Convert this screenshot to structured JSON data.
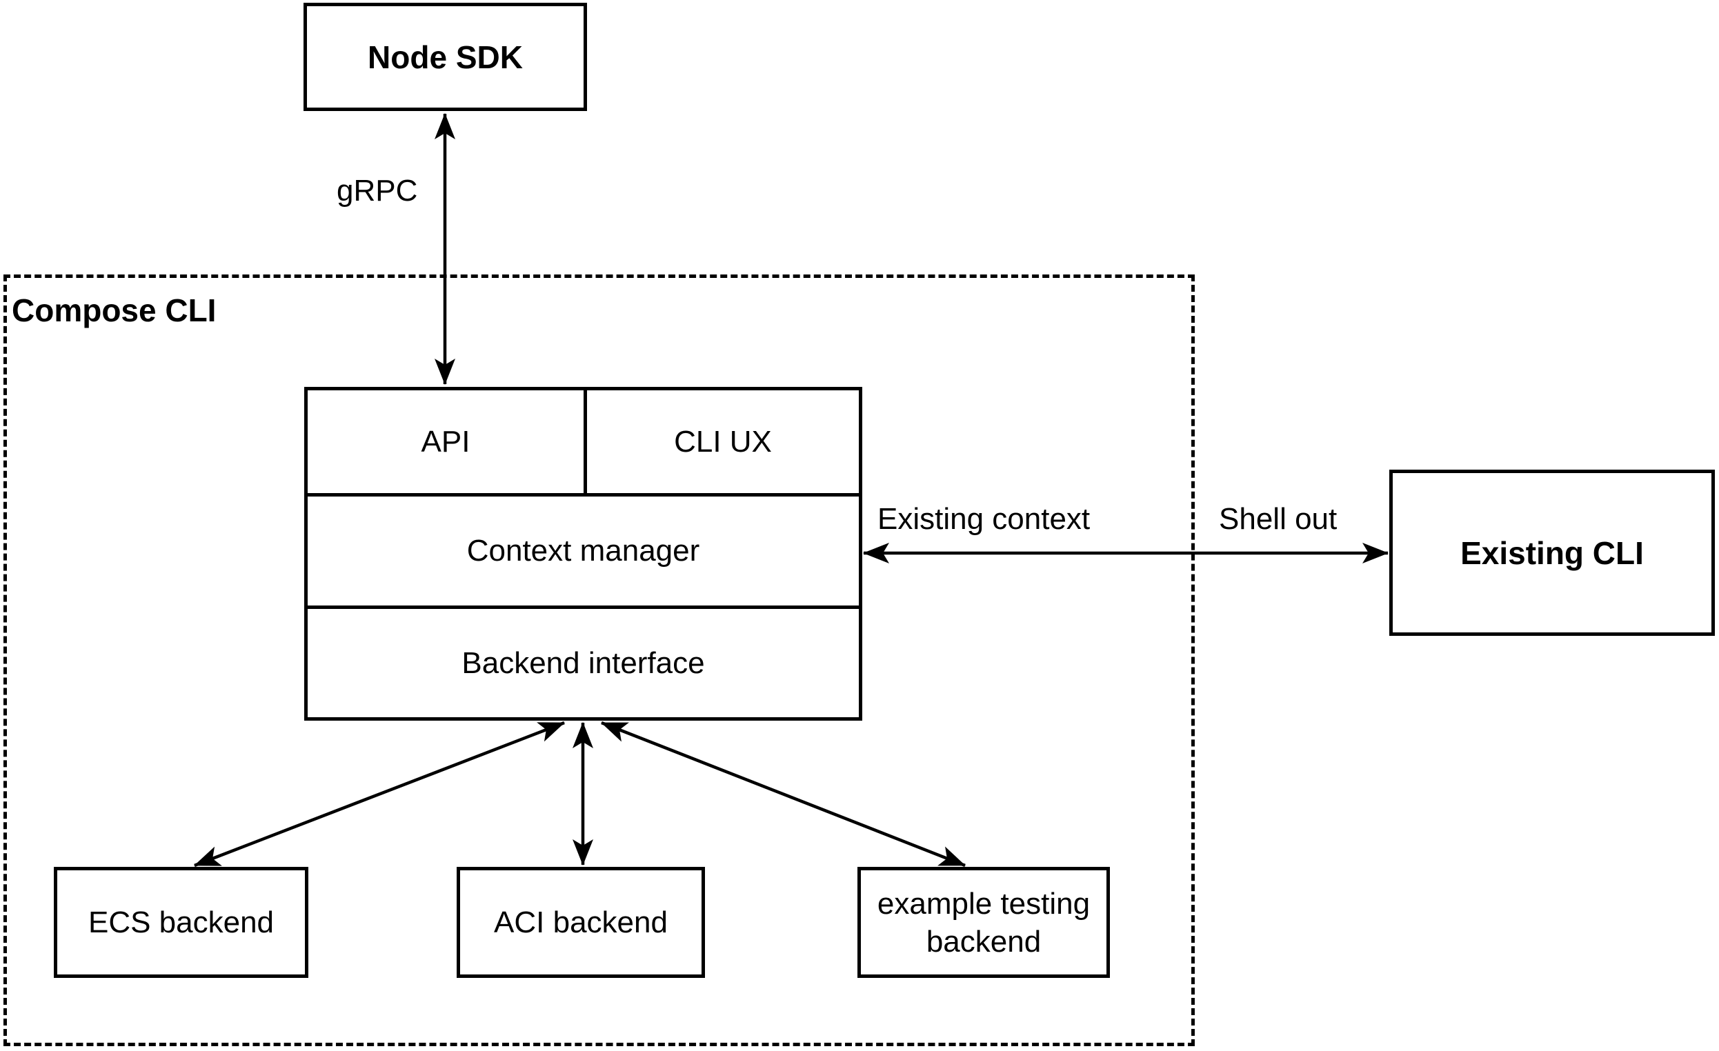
{
  "nodes": {
    "node_sdk": "Node SDK",
    "compose_cli": "Compose CLI",
    "api": "API",
    "cli_ux": "CLI UX",
    "context_manager": "Context manager",
    "backend_interface": "Backend interface",
    "existing_cli": "Existing CLI",
    "ecs_backend": "ECS backend",
    "aci_backend": "ACI backend",
    "example_testing_backend": "example testing backend"
  },
  "edge_labels": {
    "grpc": "gRPC",
    "existing_context": "Existing context",
    "shell_out": "Shell out"
  },
  "colors": {
    "ink": "#000000",
    "background": "#ffffff"
  }
}
